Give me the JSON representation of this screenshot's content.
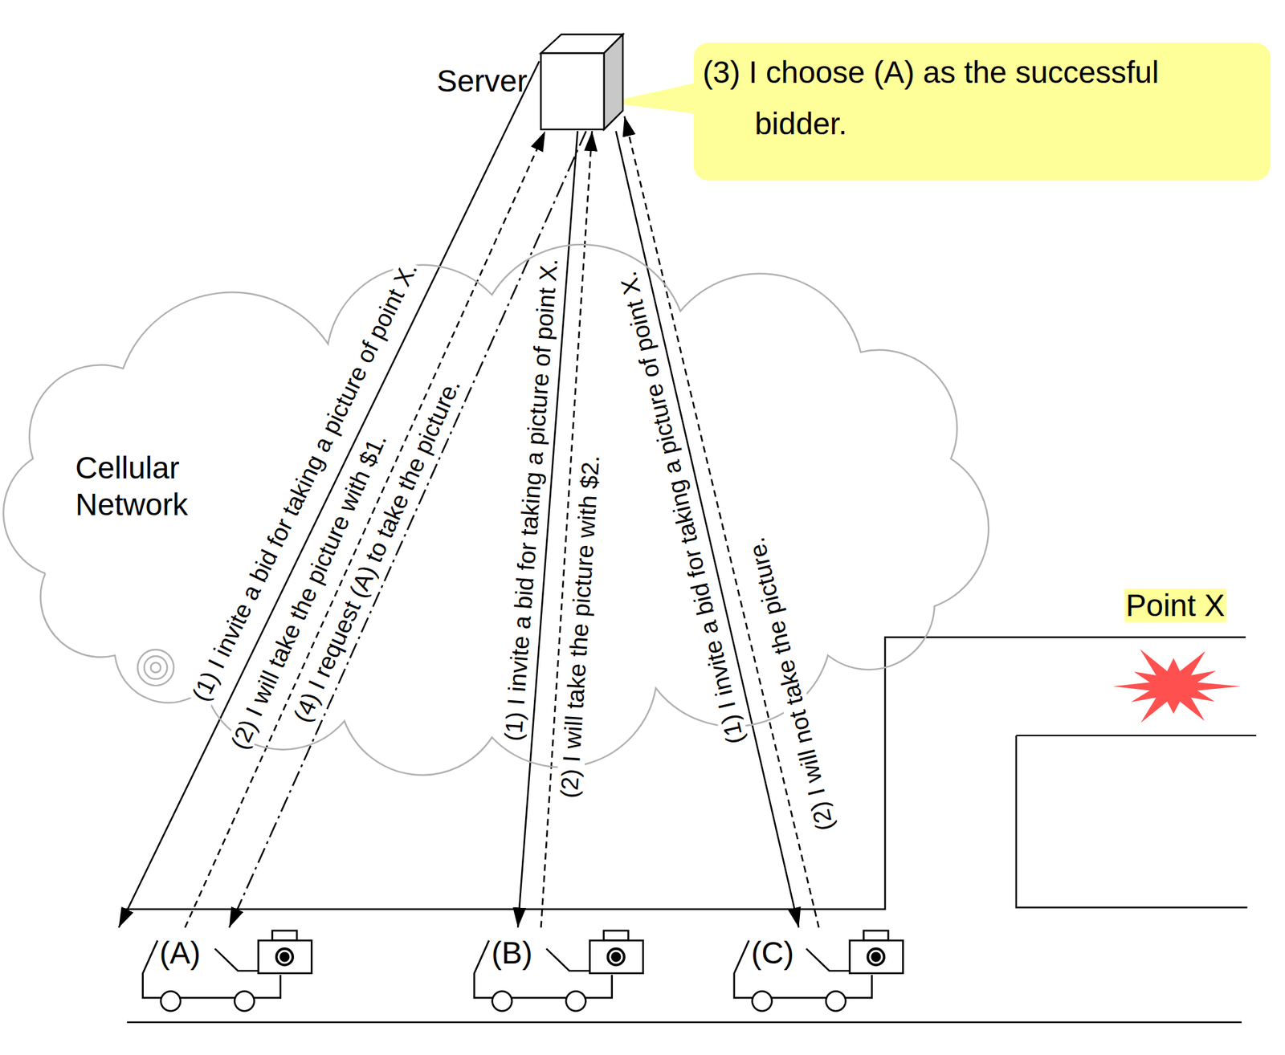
{
  "diagram": {
    "nodes": [
      {
        "text": [
          "Server"
        ]
      },
      {
        "text": [
          "(3) I choose (A) as the successful bidder."
        ]
      },
      {
        "text": [
          "Cellular Network"
        ]
      },
      {
        "text": [
          "(A)"
        ]
      },
      {
        "text": [
          "(B)"
        ]
      },
      {
        "text": [
          "(C)"
        ]
      }
    ],
    "edges": [
      {
        "from": 0,
        "to": 3,
        "label": "(1) I invite a bid for taking a picture of point X.",
        "arrow": "to"
      },
      {
        "from": 3,
        "to": 0,
        "label": "(2) I will take the picture with $1.",
        "arrow": "to"
      },
      {
        "from": 0,
        "to": 3,
        "label": "(4) I request (A) to take the picture.",
        "arrow": "to"
      },
      {
        "from": 0,
        "to": 4,
        "label": "(1) I invite a bid for taking a picture of point X.",
        "arrow": "to"
      },
      {
        "from": 4,
        "to": 0,
        "label": "(2) I will take the picture with $2.",
        "arrow": "to"
      },
      {
        "from": 0,
        "to": 5,
        "label": "(1) I invite a bid for taking a picture of point X.",
        "arrow": "to"
      },
      {
        "from": 5,
        "to": 0,
        "label": "(2) I will not take the picture.",
        "arrow": "to"
      }
    ],
    "labels": [
      "Point X"
    ]
  }
}
